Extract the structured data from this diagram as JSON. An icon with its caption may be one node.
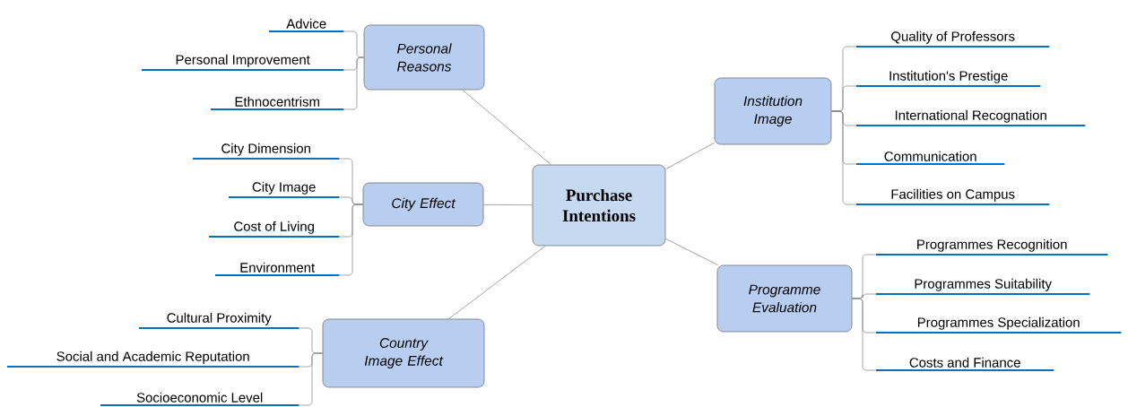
{
  "diagram": {
    "nodes": [
      {
        "text": [
          "Personal Reasons"
        ]
      },
      {
        "text": [
          "Advice"
        ]
      },
      {
        "text": [
          "Personal Improvement"
        ]
      },
      {
        "text": [
          "Ethnocentrism"
        ]
      },
      {
        "text": [
          "City Effect"
        ]
      },
      {
        "text": [
          "City Dimension"
        ]
      },
      {
        "text": [
          "City Image"
        ]
      },
      {
        "text": [
          "Cost of Living"
        ]
      },
      {
        "text": [
          "Environment"
        ]
      },
      {
        "text": [
          "Country Image Effect"
        ]
      },
      {
        "text": [
          "Cultural Proximity"
        ]
      },
      {
        "text": [
          "Social and Academic Reputation"
        ]
      },
      {
        "text": [
          "Socioeconomic Level"
        ]
      },
      {
        "text": [
          "Purchase Intentions"
        ]
      },
      {
        "text": [
          "Institution Image"
        ]
      },
      {
        "text": [
          "Quality of Professors"
        ]
      },
      {
        "text": [
          "Institution's Prestige"
        ]
      },
      {
        "text": [
          "International Recognation"
        ]
      },
      {
        "text": [
          "Communication"
        ]
      },
      {
        "text": [
          "Facilities on Campus"
        ]
      },
      {
        "text": [
          "Programme Evaluation"
        ]
      },
      {
        "text": [
          "Programmes Recognition"
        ]
      },
      {
        "text": [
          "Programmes Suitability"
        ]
      },
      {
        "text": [
          "Programmes Specialization"
        ]
      },
      {
        "text": [
          "Costs and Finance"
        ]
      }
    ],
    "edges": [
      {
        "from": 13,
        "to": 0,
        "arrow": "none"
      },
      {
        "from": 13,
        "to": 4,
        "arrow": "none"
      },
      {
        "from": 13,
        "to": 9,
        "arrow": "none"
      },
      {
        "from": 13,
        "to": 14,
        "arrow": "none"
      },
      {
        "from": 13,
        "to": 20,
        "arrow": "none"
      },
      {
        "from": 0,
        "to": 1,
        "arrow": "none"
      },
      {
        "from": 0,
        "to": 2,
        "arrow": "none"
      },
      {
        "from": 0,
        "to": 3,
        "arrow": "none"
      },
      {
        "from": 4,
        "to": 5,
        "arrow": "none"
      },
      {
        "from": 4,
        "to": 6,
        "arrow": "none"
      },
      {
        "from": 4,
        "to": 7,
        "arrow": "none"
      },
      {
        "from": 4,
        "to": 8,
        "arrow": "none"
      },
      {
        "from": 9,
        "to": 10,
        "arrow": "none"
      },
      {
        "from": 9,
        "to": 11,
        "arrow": "none"
      },
      {
        "from": 9,
        "to": 12,
        "arrow": "none"
      },
      {
        "from": 14,
        "to": 15,
        "arrow": "none"
      },
      {
        "from": 14,
        "to": 16,
        "arrow": "none"
      },
      {
        "from": 14,
        "to": 17,
        "arrow": "none"
      },
      {
        "from": 14,
        "to": 18,
        "arrow": "none"
      },
      {
        "from": 14,
        "to": 19,
        "arrow": "none"
      },
      {
        "from": 20,
        "to": 21,
        "arrow": "none"
      },
      {
        "from": 20,
        "to": 22,
        "arrow": "none"
      },
      {
        "from": 20,
        "to": 23,
        "arrow": "none"
      },
      {
        "from": 20,
        "to": 24,
        "arrow": "none"
      }
    ]
  }
}
